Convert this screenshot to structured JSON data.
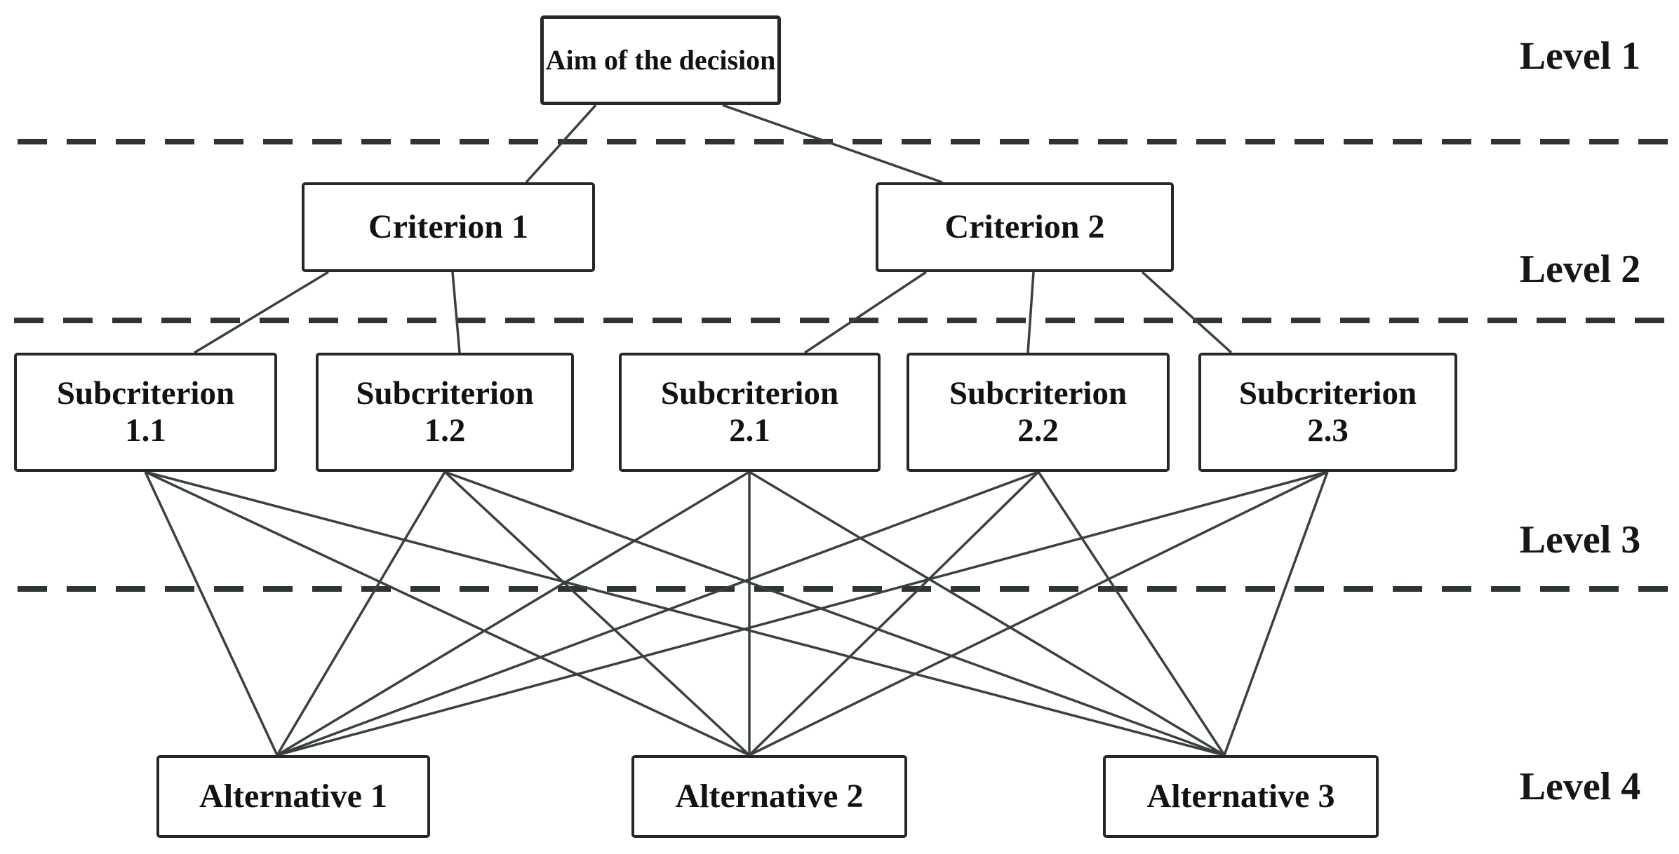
{
  "diagram": {
    "nodes": {
      "aim": {
        "label": "Aim of the decision"
      },
      "criterion1": {
        "label": "Criterion 1"
      },
      "criterion2": {
        "label": "Criterion 2"
      },
      "sub11": {
        "line1": "Subcriterion",
        "line2": "1.1"
      },
      "sub12": {
        "line1": "Subcriterion",
        "line2": "1.2"
      },
      "sub21": {
        "line1": "Subcriterion",
        "line2": "2.1"
      },
      "sub22": {
        "line1": "Subcriterion",
        "line2": "2.2"
      },
      "sub23": {
        "line1": "Subcriterion",
        "line2": "2.3"
      },
      "alt1": {
        "label": "Alternative 1"
      },
      "alt2": {
        "label": "Alternative 2"
      },
      "alt3": {
        "label": "Alternative 3"
      }
    },
    "level_labels": [
      "Level 1",
      "Level 2",
      "Level 3",
      "Level 4"
    ],
    "edges": [
      [
        "aim",
        "criterion1"
      ],
      [
        "aim",
        "criterion2"
      ],
      [
        "criterion1",
        "sub11"
      ],
      [
        "criterion1",
        "sub12"
      ],
      [
        "criterion2",
        "sub21"
      ],
      [
        "criterion2",
        "sub22"
      ],
      [
        "criterion2",
        "sub23"
      ],
      [
        "sub11",
        "alt1"
      ],
      [
        "sub11",
        "alt2"
      ],
      [
        "sub11",
        "alt3"
      ],
      [
        "sub12",
        "alt1"
      ],
      [
        "sub12",
        "alt2"
      ],
      [
        "sub12",
        "alt3"
      ],
      [
        "sub21",
        "alt1"
      ],
      [
        "sub21",
        "alt2"
      ],
      [
        "sub21",
        "alt3"
      ],
      [
        "sub22",
        "alt1"
      ],
      [
        "sub22",
        "alt2"
      ],
      [
        "sub22",
        "alt3"
      ],
      [
        "sub23",
        "alt1"
      ],
      [
        "sub23",
        "alt2"
      ],
      [
        "sub23",
        "alt3"
      ]
    ],
    "colors": {
      "connector_line": "#3a4040",
      "box_border": "#24282a",
      "separator_dash": "#2e3434",
      "text": "#121212",
      "background": "#ffffff"
    }
  }
}
